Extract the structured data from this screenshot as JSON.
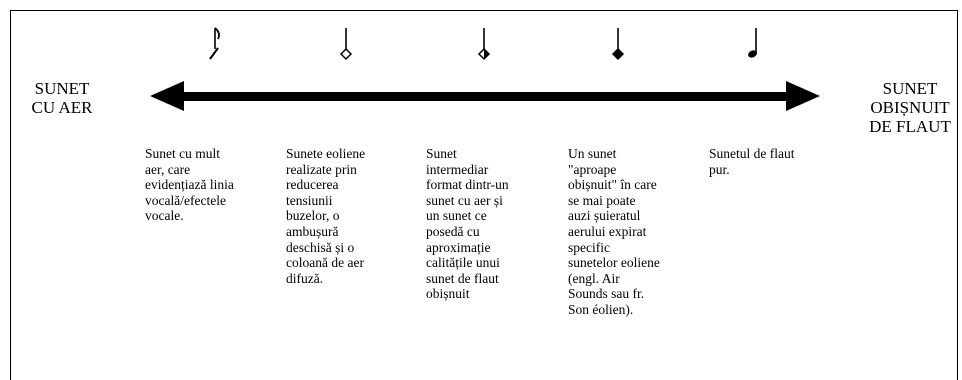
{
  "left_label": "SUNET\nCU AER",
  "right_label": "SUNET\nOBIȘNUIT\nDE FLAUT",
  "notes": [
    {
      "icon": "slashed-stem-eighth-note-icon",
      "head": "slash",
      "flag": true
    },
    {
      "icon": "hollow-diamond-note-icon",
      "head": "hollow-diamond",
      "flag": false
    },
    {
      "icon": "half-filled-diamond-note-icon",
      "head": "half-diamond",
      "flag": false
    },
    {
      "icon": "filled-diamond-note-icon",
      "head": "filled-diamond",
      "flag": false
    },
    {
      "icon": "quarter-note-icon",
      "head": "round",
      "flag": false
    }
  ],
  "descriptions": [
    "Sunet cu mult\naer, care\nevidențiază linia\nvocală/efectele\nvocale.",
    "Sunete eoliene\nrealizate prin\nreducerea\ntensiunii\nbuzelor, o\nambușură\ndeschisă și o\ncoloană de aer\ndifuză.",
    "Sunet\nintermediar\nformat dintr-un\nsunet cu aer și\nun sunet ce\nposedă cu\naproximație\ncalitățile unui\nsunet de flaut\nobișnuit",
    "Un sunet\n\"aproape\nobișnuit\" în care\nse mai poate\nauzi șuieratul\naerului expirat\nspecific\nsunetelor eoliene\n(engl. Air\nSounds sau fr.\nSon éolien).",
    "Sunetul de flaut\npur."
  ],
  "colors": {
    "ink": "#000000",
    "background": "#ffffff"
  }
}
